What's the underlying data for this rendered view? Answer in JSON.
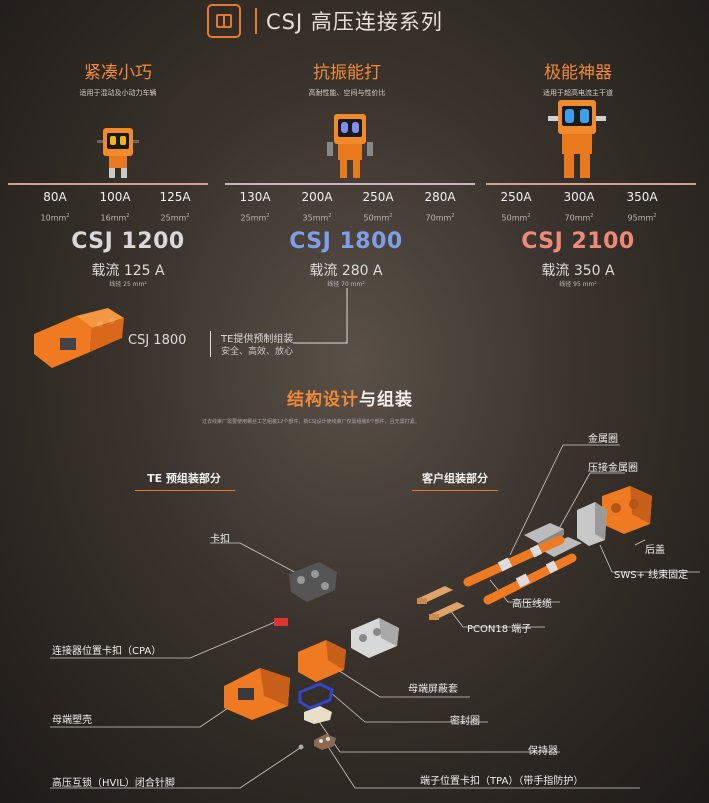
{
  "header": {
    "title": "CSJ 高压连接系列",
    "logo_icon": "connector-logo-icon"
  },
  "features": [
    {
      "title": "紧凑小巧",
      "subtitle": "适用于混动及小动力车辆"
    },
    {
      "title": "抗振能打",
      "subtitle": "高耐性能、空间与性价比"
    },
    {
      "title": "极能神器",
      "subtitle": "适用于超高电流主干道"
    }
  ],
  "series": [
    {
      "model": "CSJ 1200",
      "model_color": "#d9d9d9",
      "bar_color": "#d4a08a",
      "current": "载流 125 A",
      "wire": "线径 25 mm²",
      "specs": [
        {
          "amp": "80A",
          "mm": "10mm",
          "sup": "2"
        },
        {
          "amp": "100A",
          "mm": "16mm",
          "sup": "2"
        },
        {
          "amp": "125A",
          "mm": "25mm",
          "sup": "2"
        }
      ]
    },
    {
      "model": "CSJ 1800",
      "model_color": "#7f9ee8",
      "bar_color": "#d4a08a",
      "current": "载流 280 A",
      "wire": "线径 70 mm²",
      "specs": [
        {
          "amp": "130A",
          "mm": "25mm",
          "sup": "2"
        },
        {
          "amp": "200A",
          "mm": "35mm",
          "sup": "2"
        },
        {
          "amp": "250A",
          "mm": "50mm",
          "sup": "2"
        },
        {
          "amp": "280A",
          "mm": "70mm",
          "sup": "2"
        }
      ]
    },
    {
      "model": "CSJ 2100",
      "model_color": "#ef8a7a",
      "bar_color": "#d4a08a",
      "current": "载流 350 A",
      "wire": "线径 95 mm²",
      "specs": [
        {
          "amp": "250A",
          "mm": "50mm",
          "sup": "2"
        },
        {
          "amp": "300A",
          "mm": "70mm",
          "sup": "2"
        },
        {
          "amp": "350A",
          "mm": "95mm",
          "sup": "2"
        }
      ]
    }
  ],
  "callout": {
    "product": "CSJ 1800",
    "note_line1": "TE提供预制组装",
    "note_line2": "安全、高效、放心"
  },
  "section": {
    "title_a": "结构设计",
    "title_b": "与组装",
    "description": "过去线束厂需要使用螺丝工艺组装12个部件，新CSJ设计使线束厂仅需组装6个部件，且无需打紧。"
  },
  "groups": {
    "te": "TE 预组装部分",
    "customer": "客户组装部分"
  },
  "labels": {
    "metal_ring": "金属圈",
    "crimp_ring": "压接金属圈",
    "back_cover": "后盖",
    "sws": "SWS+ 线束固定",
    "hv_cable": "高压线缆",
    "pcon": "PCON18 端子",
    "clip": "卡扣",
    "cpa": "连接器位置卡扣（CPA）",
    "female_shield": "母端屏蔽套",
    "female_housing": "母端塑壳",
    "seal": "密封圈",
    "retainer": "保持器",
    "hvil": "高压互锁（HVIL）闭合针脚",
    "tpa": "端子位置卡扣（TPA）（带手指防护）"
  },
  "colors": {
    "accent": "#e57a2e",
    "orange_part": "#ef7a22"
  }
}
